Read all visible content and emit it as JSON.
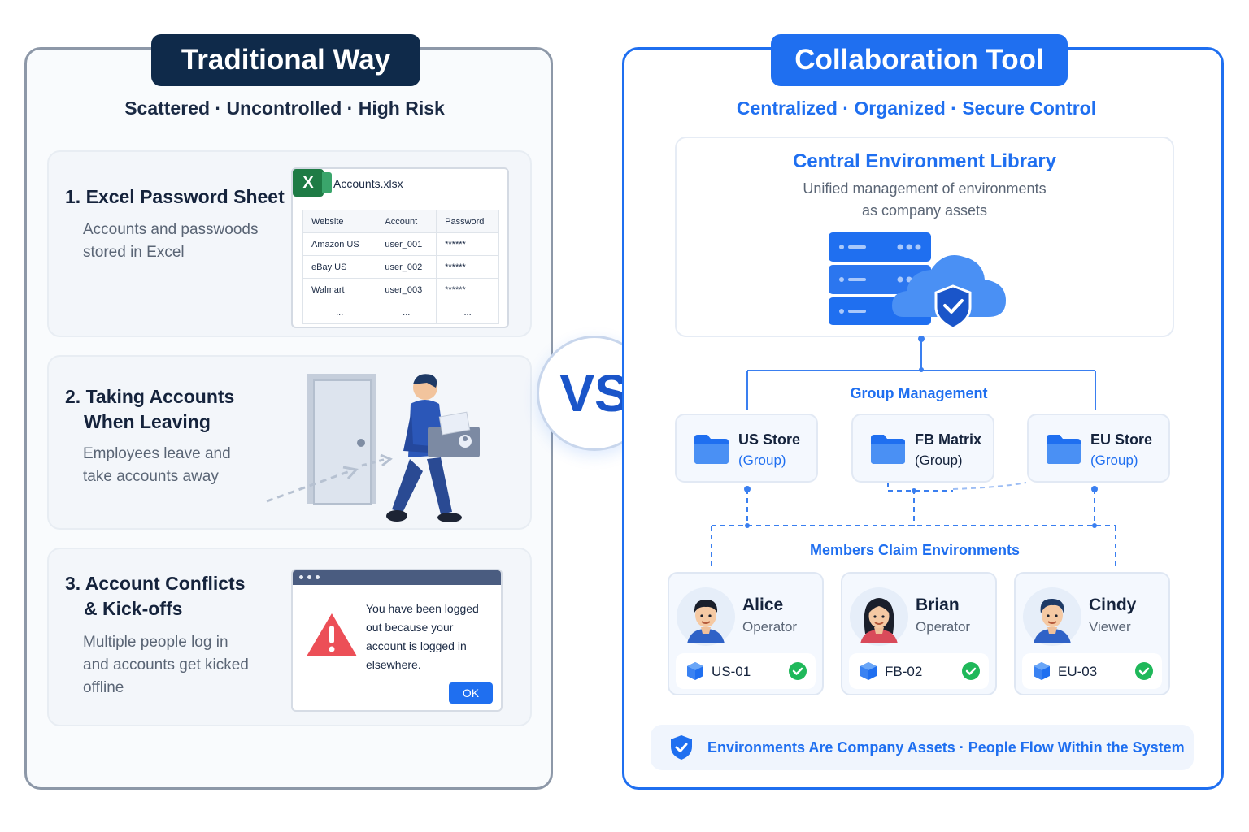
{
  "left": {
    "header": "Traditional Way",
    "subtitle": "Scattered · Uncontrolled · High Risk",
    "card1": {
      "title": "1.  Excel Password Sheet",
      "desc_line1": "Accounts and passwoods",
      "desc_line2": "stored in Excel",
      "file_name": "Accounts.xlsx",
      "headers": [
        "Website",
        "Account",
        "Password"
      ],
      "rows": [
        [
          "Amazon US",
          "user_001",
          "******"
        ],
        [
          "eBay US",
          "user_002",
          "******"
        ],
        [
          "Walmart",
          "user_003",
          "******"
        ],
        [
          "...",
          "...",
          "..."
        ]
      ]
    },
    "card2": {
      "title_line1": "2. Taking Accounts",
      "title_line2": "When Leaving",
      "desc_line1": "Employees leave and",
      "desc_line2": "take accounts away"
    },
    "card3": {
      "title_line1": "3. Account Conflicts",
      "title_line2": "& Kick-offs",
      "desc_line1": "Multiple people log in",
      "desc_line2": "and accounts get kicked",
      "desc_line3": "offline",
      "alert_line1": "You have been logged",
      "alert_line2": "out because your",
      "alert_line3": "account is logged in",
      "alert_line4": "elsewhere.",
      "ok_label": "OK"
    }
  },
  "vs_label": "VS",
  "right": {
    "header": "Collaboration Tool",
    "subtitle": "Centralized · Organized · Secure Control",
    "library": {
      "title": "Central Environment Library",
      "desc_line1": "Unified management of environments",
      "desc_line2": "as company assets"
    },
    "group_label": "Group Management",
    "groups": [
      {
        "name": "US Store",
        "sub": "(Group)",
        "sub_color": "#1f6ff0"
      },
      {
        "name": "FB Matrix",
        "sub": "(Group)",
        "sub_color": "#15233c"
      },
      {
        "name": "EU Store",
        "sub": "(Group)",
        "sub_color": "#1f6ff0"
      }
    ],
    "members_label": "Members Claim Environments",
    "members": [
      {
        "name": "Alice",
        "role": "Operator",
        "env": "US-01"
      },
      {
        "name": "Brian",
        "role": "Operator",
        "env": "FB-02"
      },
      {
        "name": "Cindy",
        "role": "Viewer",
        "env": "EU-03"
      }
    ],
    "footer": "Environments Are Company Assets · People Flow Within the System"
  },
  "colors": {
    "accent": "#1f6ff0",
    "dark_navy": "#0f2a4a",
    "success": "#1fb85a",
    "warning": "#ec4f57"
  }
}
